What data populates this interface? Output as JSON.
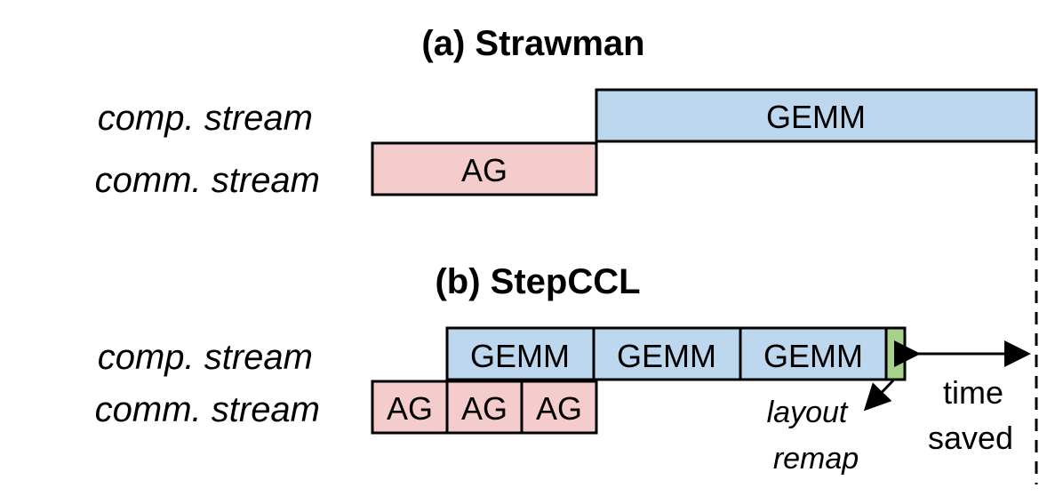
{
  "colors": {
    "comp": "#bdd7ee",
    "comm": "#f4cccc",
    "remap": "#a9d18e",
    "line": "#000000"
  },
  "strawman": {
    "title": "(a) Strawman",
    "comp_label": "comp. stream",
    "comm_label": "comm. stream",
    "gemm_label": "GEMM",
    "ag_label": "AG"
  },
  "stepccl": {
    "title": "(b) StepCCL",
    "comp_label": "comp. stream",
    "comm_label": "comm. stream",
    "gemm_labels": [
      "GEMM",
      "GEMM",
      "GEMM"
    ],
    "ag_labels": [
      "AG",
      "AG",
      "AG"
    ],
    "remap_label_line1": "layout",
    "remap_label_line2": "remap",
    "saved_label_line1": "time",
    "saved_label_line2": "saved"
  }
}
